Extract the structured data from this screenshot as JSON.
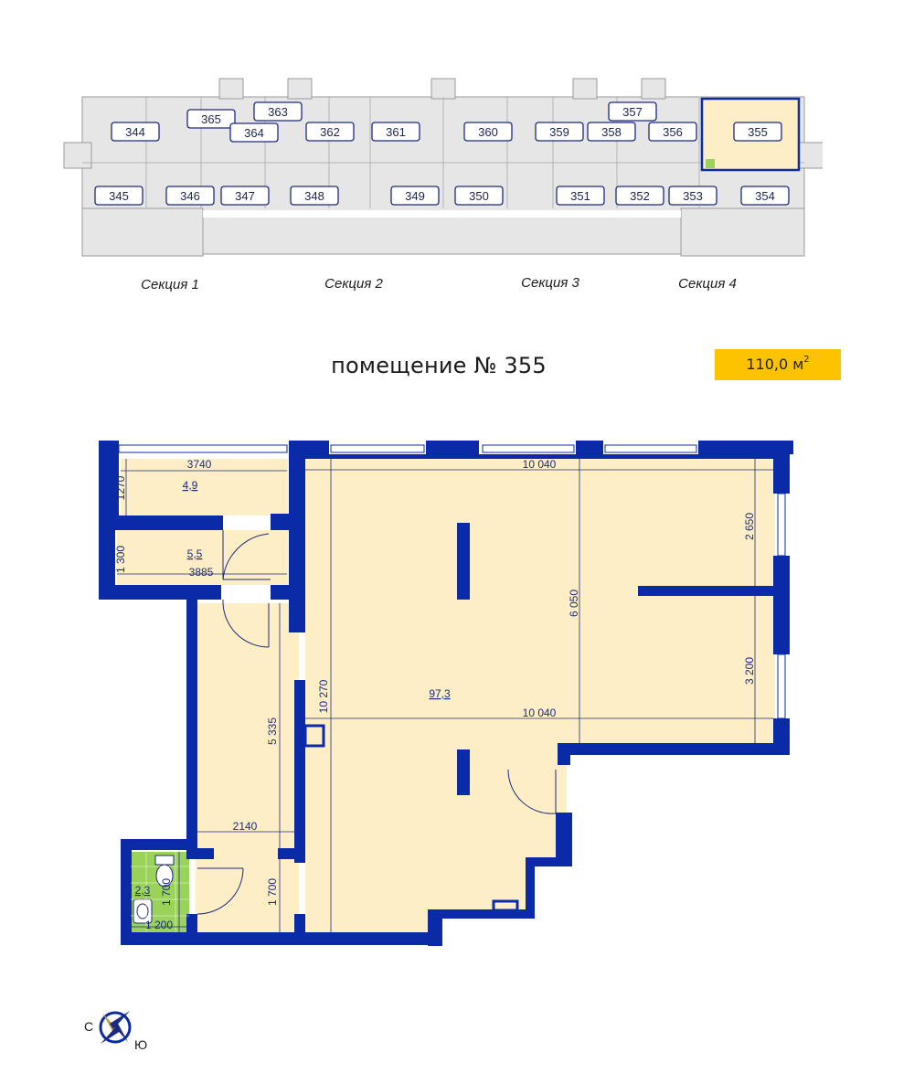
{
  "keyplan": {
    "units_top": [
      "344",
      "365",
      "363",
      "364",
      "362",
      "361",
      "360",
      "359",
      "358",
      "357",
      "356",
      "355"
    ],
    "units_bottom": [
      "345",
      "346",
      "347",
      "348",
      "349",
      "350",
      "351",
      "352",
      "353",
      "354"
    ],
    "highlighted_unit": "355",
    "sections": [
      "Секция 1",
      "Секция 2",
      "Секция 3",
      "Секция 4"
    ]
  },
  "title": "помещение № 355",
  "area": {
    "value": "110,0 м",
    "unit_sup": "2"
  },
  "plan": {
    "rooms": {
      "main": "97,3",
      "vestibule": "4,9",
      "storage": "5,5",
      "bathroom": "2,3"
    },
    "dims": {
      "top_left_width": "3740",
      "top_left_height": "1270",
      "second_left_height": "1 300",
      "second_left_width": "3885",
      "main_top_width": "10 040",
      "main_mid_width": "10 040",
      "right_upper_height": "2 650",
      "right_lower_height": "3 200",
      "main_height_right": "6 050",
      "main_height_left": "10 270",
      "corridor_height": "5 335",
      "corridor_width": "2140",
      "corridor_lower_height": "1 700",
      "bath_height": "1 700",
      "bath_width": "1 200"
    }
  },
  "compass": {
    "north": "С",
    "south": "Ю"
  },
  "colors": {
    "wall": "#0a2aa8",
    "floor": "#fdeec6",
    "bathroom": "#9bd35a",
    "highlight": "#fdc300",
    "keyplan_fill": "#e4e4e4"
  }
}
